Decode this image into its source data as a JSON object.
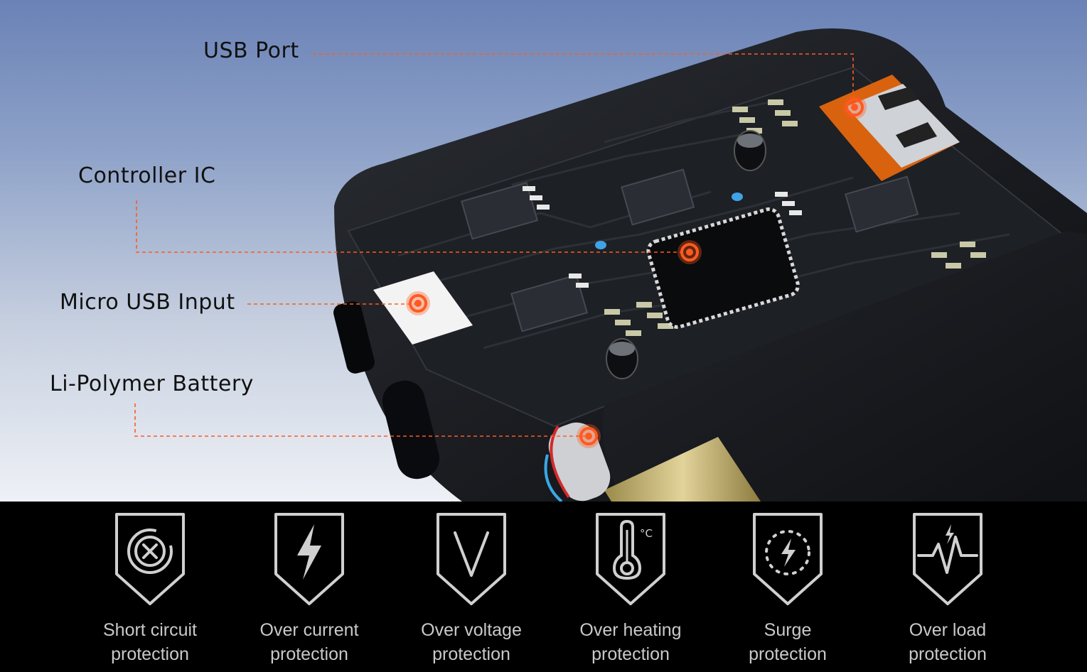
{
  "callouts": {
    "usb_port": "USB Port",
    "controller_ic": "Controller IC",
    "micro_usb_input": "Micro USB Input",
    "battery": "Li-Polymer Battery"
  },
  "features": [
    {
      "line1": "Short circuit",
      "line2": "protection",
      "icon": "short-circuit-icon"
    },
    {
      "line1": "Over current",
      "line2": "protection",
      "icon": "lightning-bolt-icon"
    },
    {
      "line1": "Over voltage",
      "line2": "protection",
      "icon": "voltage-v-icon"
    },
    {
      "line1": "Over heating",
      "line2": "protection",
      "icon": "thermometer-icon"
    },
    {
      "line1": "Surge",
      "line2": "protection",
      "icon": "surge-icon"
    },
    {
      "line1": "Over load",
      "line2": "protection",
      "icon": "pulse-icon"
    }
  ],
  "colors": {
    "accent": "#ff5a1f",
    "device_body": "#15171c",
    "pcb": "#1c1f24",
    "usb_port": "#d9620e",
    "feature_text": "#c9c9c9"
  },
  "temperature_unit": "°C"
}
